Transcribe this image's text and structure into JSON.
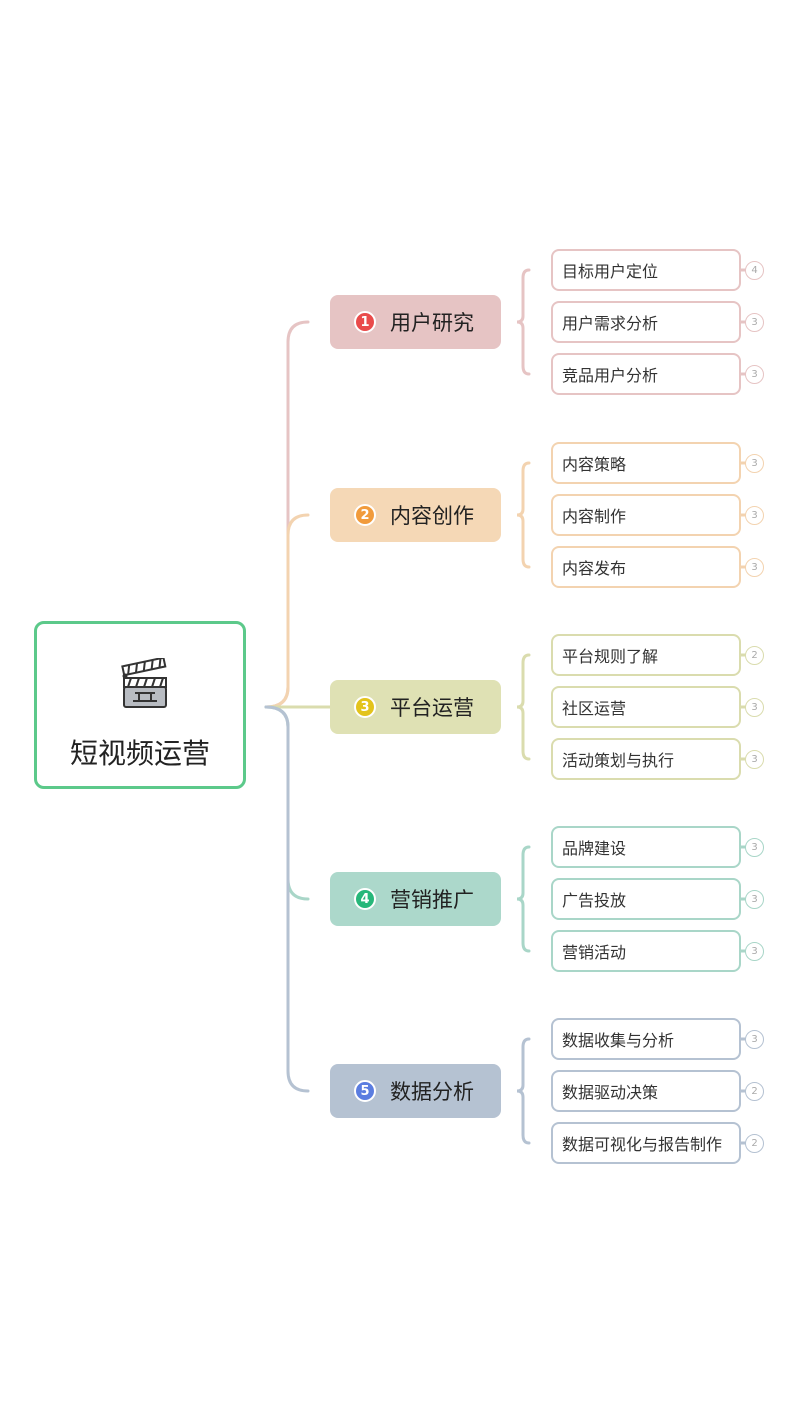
{
  "root": {
    "title": "短视频运营",
    "icon": "clapperboard-icon",
    "border_color": "#5cc98a"
  },
  "branches": [
    {
      "index": "1",
      "label": "用户研究",
      "fill": "#e6c4c4",
      "line": "#e6c4c4",
      "badge": "#e94b4b",
      "children": [
        {
          "label": "目标用户定位",
          "count": "4"
        },
        {
          "label": "用户需求分析",
          "count": "3"
        },
        {
          "label": "竞品用户分析",
          "count": "3"
        }
      ]
    },
    {
      "index": "2",
      "label": "内容创作",
      "fill": "#f5d8b6",
      "line": "#f3d3b0",
      "badge": "#f19b3c",
      "children": [
        {
          "label": "内容策略",
          "count": "3"
        },
        {
          "label": "内容制作",
          "count": "3"
        },
        {
          "label": "内容发布",
          "count": "3"
        }
      ]
    },
    {
      "index": "3",
      "label": "平台运营",
      "fill": "#dfe1b4",
      "line": "#dadcae",
      "badge": "#e3c31c",
      "children": [
        {
          "label": "平台规则了解",
          "count": "2"
        },
        {
          "label": "社区运营",
          "count": "3"
        },
        {
          "label": "活动策划与执行",
          "count": "3"
        }
      ]
    },
    {
      "index": "4",
      "label": "营销推广",
      "fill": "#acd8cb",
      "line": "#a9d6c8",
      "badge": "#27b77a",
      "children": [
        {
          "label": "品牌建设",
          "count": "3"
        },
        {
          "label": "广告投放",
          "count": "3"
        },
        {
          "label": "营销活动",
          "count": "3"
        }
      ]
    },
    {
      "index": "5",
      "label": "数据分析",
      "fill": "#b5c2d2",
      "line": "#b5c2d2",
      "badge": "#5b7de0",
      "children": [
        {
          "label": "数据收集与分析",
          "count": "3"
        },
        {
          "label": "数据驱动决策",
          "count": "2"
        },
        {
          "label": "数据可视化与报告制作",
          "count": "2"
        }
      ]
    }
  ]
}
